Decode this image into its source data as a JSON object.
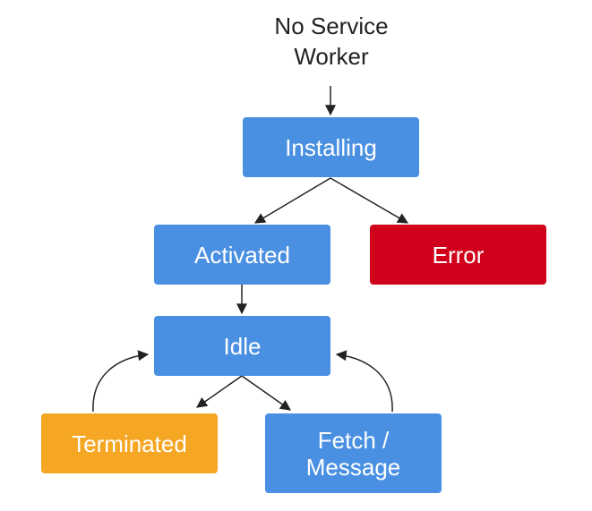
{
  "diagram": {
    "start_label": "No Service\nWorker",
    "nodes": {
      "installing": "Installing",
      "activated": "Activated",
      "error": "Error",
      "idle": "Idle",
      "terminated": "Terminated",
      "fetch_message": "Fetch /\nMessage"
    },
    "colors": {
      "state": "#4a90e2",
      "error": "#d0021b",
      "terminated": "#f5a623",
      "arrow": "#222222"
    }
  }
}
